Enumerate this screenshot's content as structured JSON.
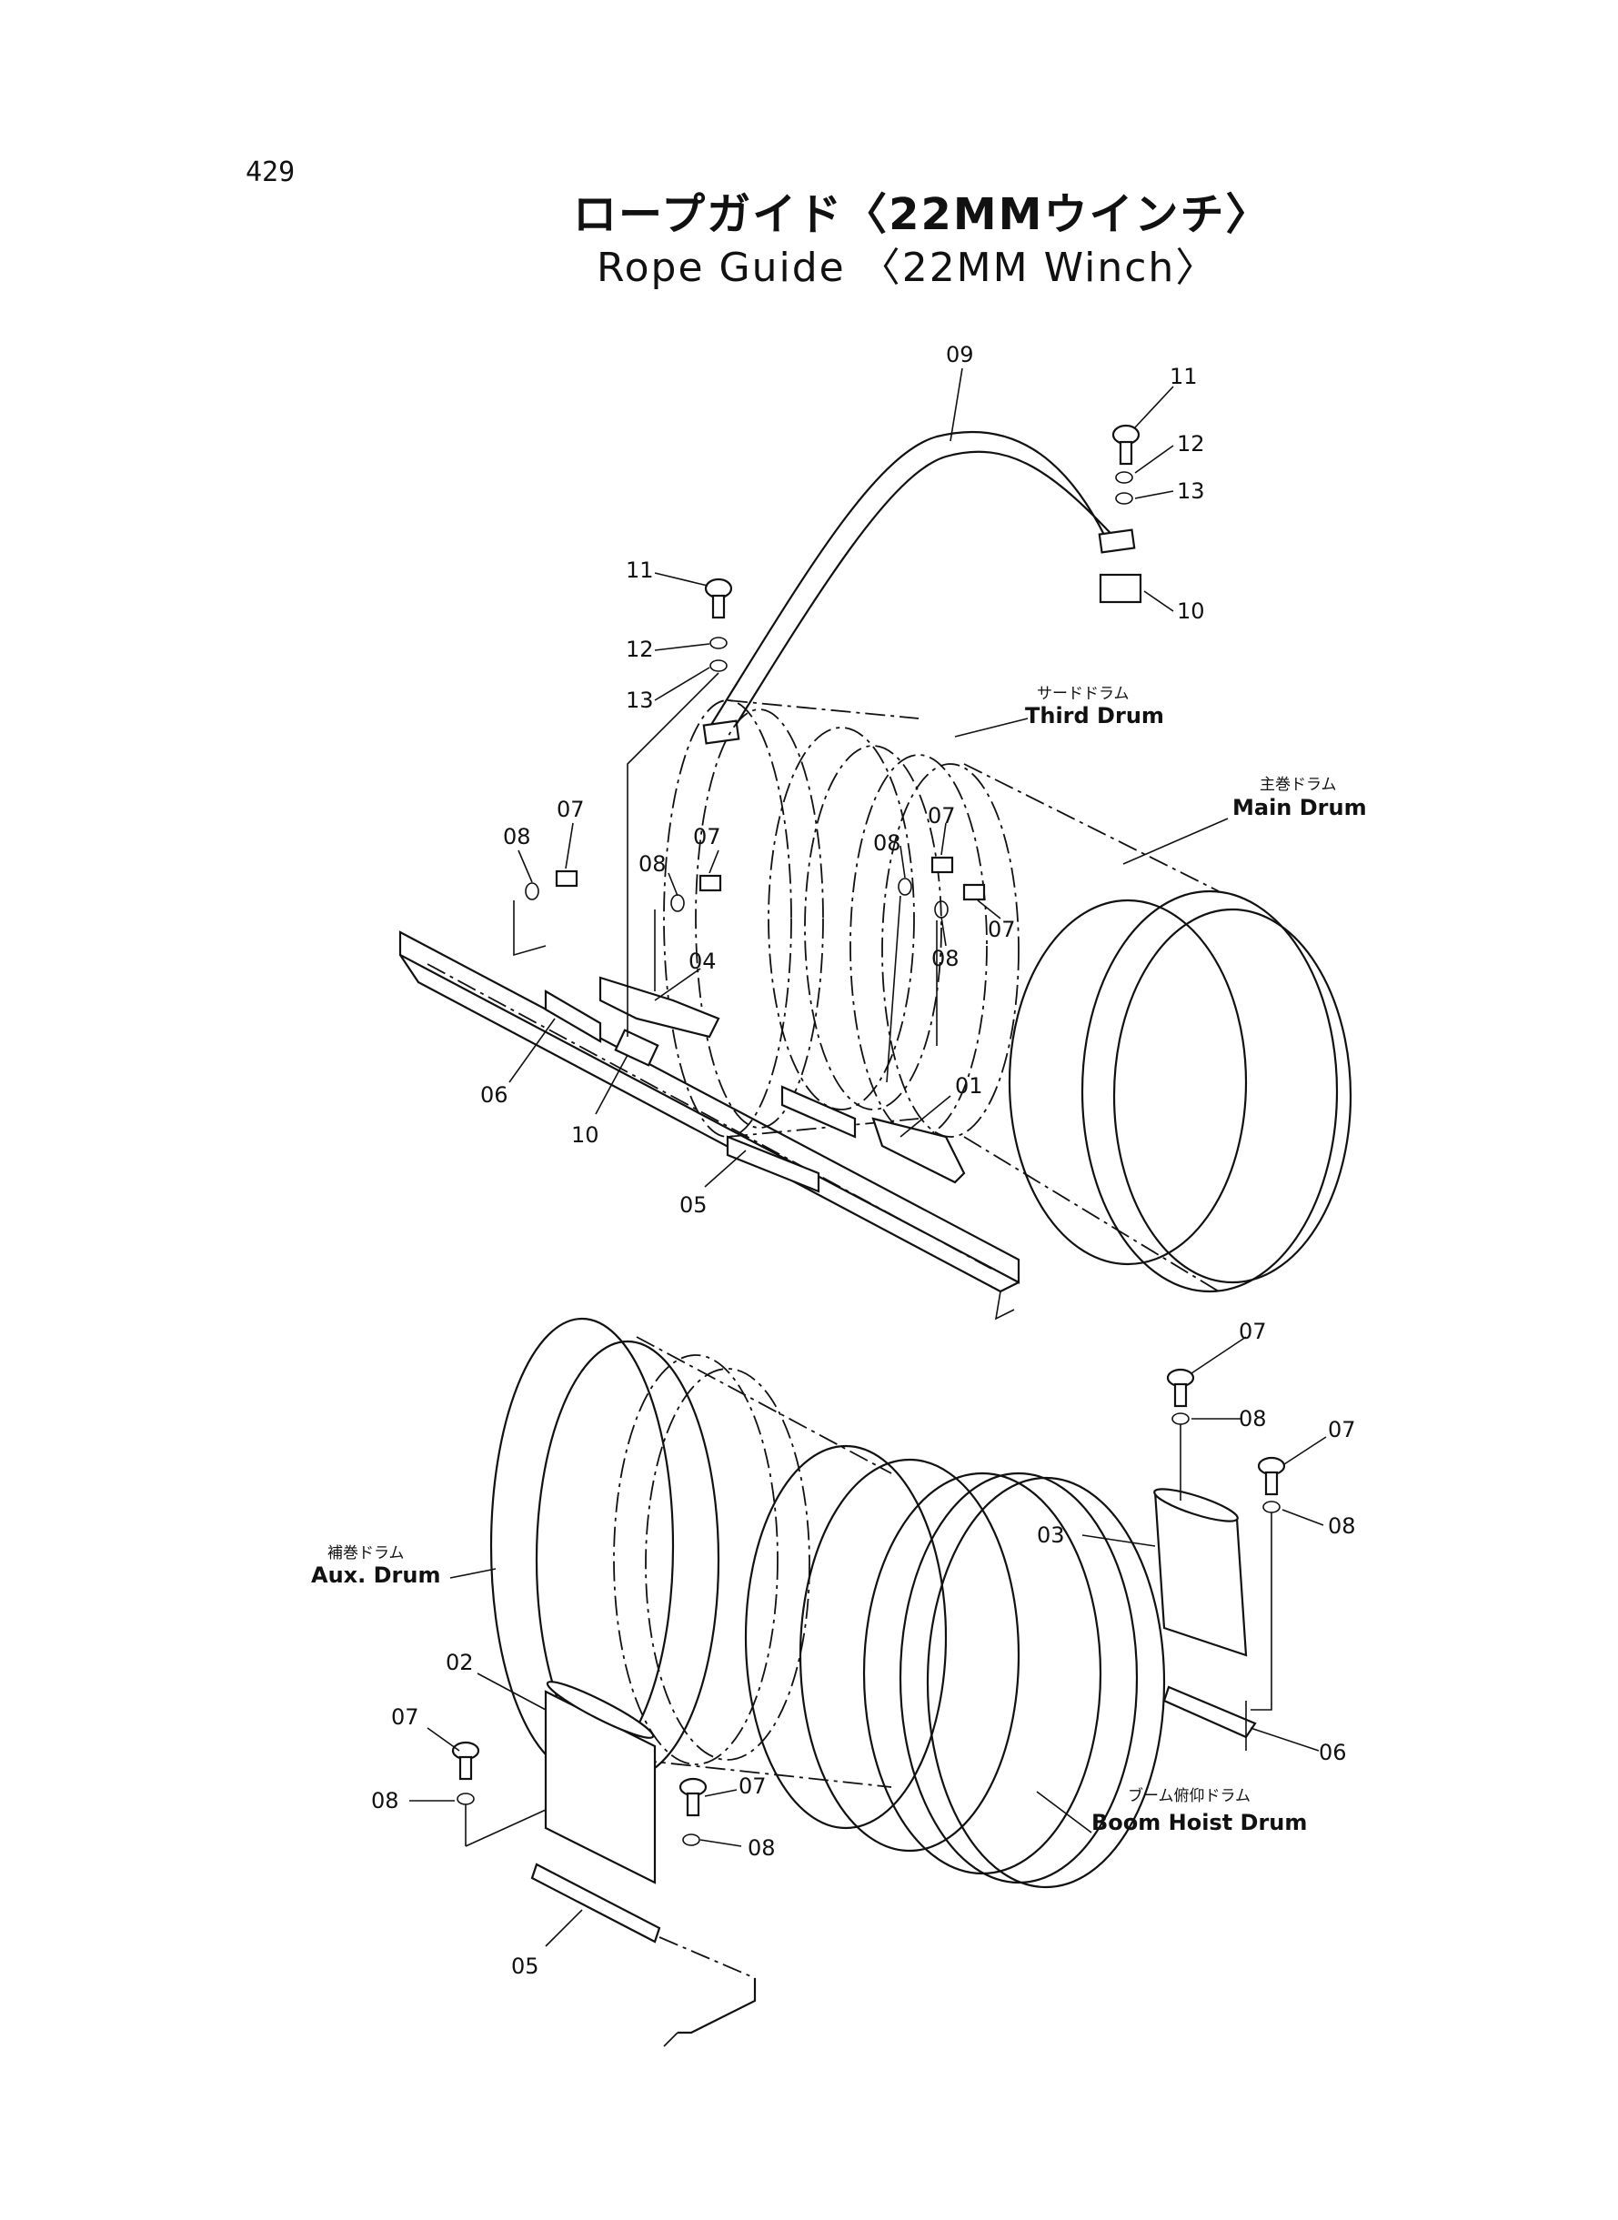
{
  "page_number": "429",
  "title_jp": "ロープガイド〈22MMウインチ〉",
  "title_en": "Rope Guide 〈22MM Winch〉",
  "drums": {
    "third_jp": "サードドラム",
    "third_en": "Third  Drum",
    "main_jp": "主巻ドラム",
    "main_en": "Main Drum",
    "aux_jp": "補巻ドラム",
    "aux_en": "Aux. Drum",
    "boom_jp": "ブーム俯仰ドラム",
    "boom_en": "Boom Hoist  Drum"
  },
  "part_labels": [
    {
      "id": "09a",
      "text": "09"
    },
    {
      "id": "11a",
      "text": "11"
    },
    {
      "id": "12a",
      "text": "12"
    },
    {
      "id": "13a",
      "text": "13"
    },
    {
      "id": "10a",
      "text": "10"
    },
    {
      "id": "11b",
      "text": "11"
    },
    {
      "id": "12b",
      "text": "12"
    },
    {
      "id": "13b",
      "text": "13"
    },
    {
      "id": "07a",
      "text": "07"
    },
    {
      "id": "08a",
      "text": "08"
    },
    {
      "id": "07b",
      "text": "07"
    },
    {
      "id": "08b",
      "text": "08"
    },
    {
      "id": "08c",
      "text": "08"
    },
    {
      "id": "07c",
      "text": "07"
    },
    {
      "id": "08d",
      "text": "08"
    },
    {
      "id": "07d",
      "text": "07"
    },
    {
      "id": "04a",
      "text": "04"
    },
    {
      "id": "06a",
      "text": "06"
    },
    {
      "id": "10b",
      "text": "10"
    },
    {
      "id": "01a",
      "text": "01"
    },
    {
      "id": "05a",
      "text": "05"
    },
    {
      "id": "07e",
      "text": "07"
    },
    {
      "id": "08e",
      "text": "08"
    },
    {
      "id": "07f",
      "text": "07"
    },
    {
      "id": "08f",
      "text": "08"
    },
    {
      "id": "03a",
      "text": "03"
    },
    {
      "id": "06b",
      "text": "06"
    },
    {
      "id": "02a",
      "text": "02"
    },
    {
      "id": "07g",
      "text": "07"
    },
    {
      "id": "08g",
      "text": "08"
    },
    {
      "id": "07h",
      "text": "07"
    },
    {
      "id": "08h",
      "text": "08"
    },
    {
      "id": "05b",
      "text": "05"
    }
  ]
}
